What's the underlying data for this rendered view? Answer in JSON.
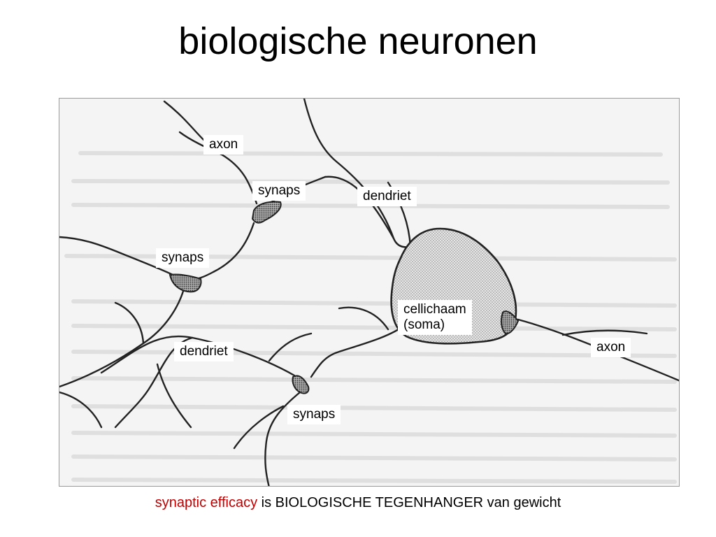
{
  "title": "biologische neuronen",
  "labels": {
    "axon_top": "axon",
    "synaps_top": "synaps",
    "dendriet_top": "dendriet",
    "synaps_left": "synaps",
    "cellichaam_line1": "cellichaam",
    "cellichaam_line2": "(soma)",
    "axon_right": "axon",
    "dendriet_bottom": "dendriet",
    "synaps_bottom": "synaps"
  },
  "caption": {
    "highlight": "synaptic efficacy",
    "rest": " is BIOLOGISCHE TEGENHANGER van gewicht"
  },
  "colors": {
    "highlight": "#c00000",
    "line": "#222222",
    "soma_fill": "#d8d8d8",
    "synapse_fill": "#8a8a8a"
  }
}
